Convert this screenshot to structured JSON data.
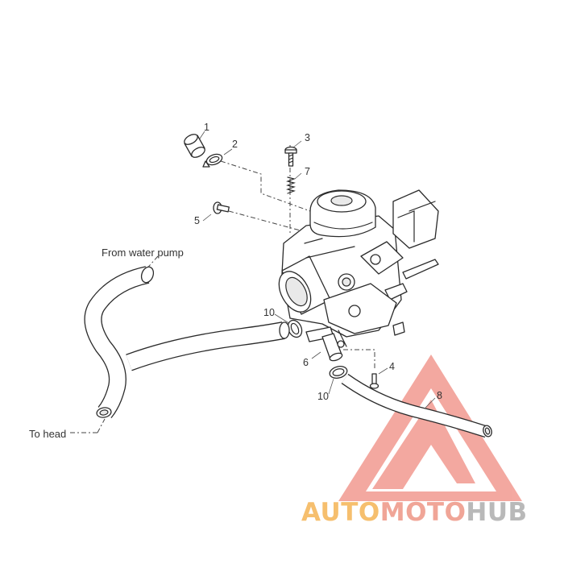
{
  "diagram": {
    "annotations": {
      "from_water_pump": "From water pump",
      "to_head": "To head"
    },
    "callouts": [
      "1",
      "2",
      "3",
      "4",
      "5",
      "6",
      "7",
      "8",
      "10",
      "10"
    ]
  },
  "watermark": {
    "text_part1": "AUTO",
    "text_part2": "MOTO",
    "text_part3": "HUB",
    "colors": {
      "part1": "#f6bf6e",
      "part2": "#f0a597",
      "part3": "#b9b9b9",
      "triangle": "#f29a90"
    }
  }
}
